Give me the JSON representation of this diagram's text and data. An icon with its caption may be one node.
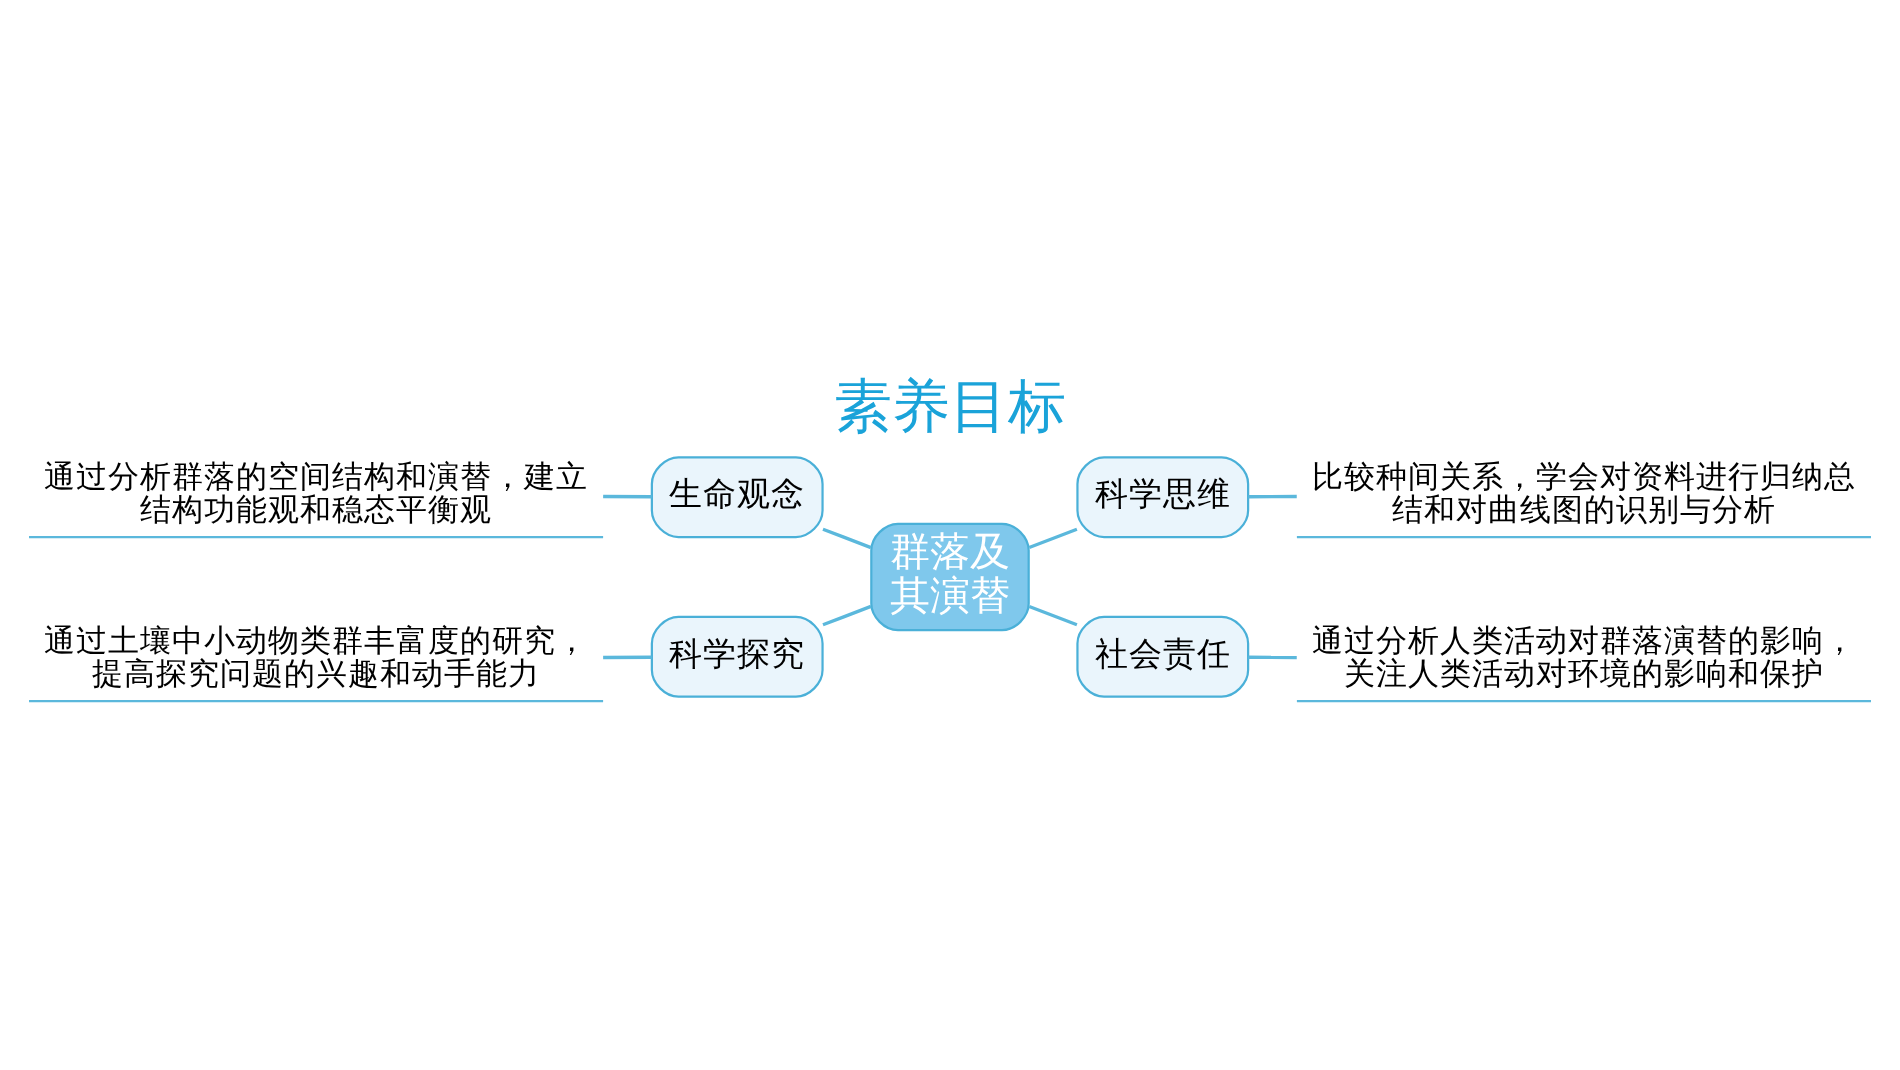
{
  "diagram": {
    "title": "素养目标",
    "nodes": [
      {
        "text": [
          "群落及其演替"
        ]
      },
      {
        "text": [
          "生命观念"
        ]
      },
      {
        "text": [
          "通过分析群落的空间结构和演替，建立结构功能观和稳态平衡观"
        ]
      },
      {
        "text": [
          "科学探究"
        ]
      },
      {
        "text": [
          "通过土壤中小动物类群丰富度的研究，提高探究问题的兴趣和动手能力"
        ]
      },
      {
        "text": [
          "科学思维"
        ]
      },
      {
        "text": [
          "比较种间关系，学会对资料进行归纳总结和对曲线图的识别与分析"
        ]
      },
      {
        "text": [
          "社会责任"
        ]
      },
      {
        "text": [
          "通过分析人类活动对群落演替的影响，关注人类活动对环境的影响和保护"
        ]
      }
    ],
    "edges": [
      {
        "from": 0,
        "to": 1,
        "arrow": "none"
      },
      {
        "from": 1,
        "to": 2,
        "arrow": "none"
      },
      {
        "from": 0,
        "to": 3,
        "arrow": "none"
      },
      {
        "from": 3,
        "to": 4,
        "arrow": "none"
      },
      {
        "from": 0,
        "to": 5,
        "arrow": "none"
      },
      {
        "from": 5,
        "to": 6,
        "arrow": "none"
      },
      {
        "from": 0,
        "to": 7,
        "arrow": "none"
      },
      {
        "from": 7,
        "to": 8,
        "arrow": "none"
      }
    ]
  }
}
